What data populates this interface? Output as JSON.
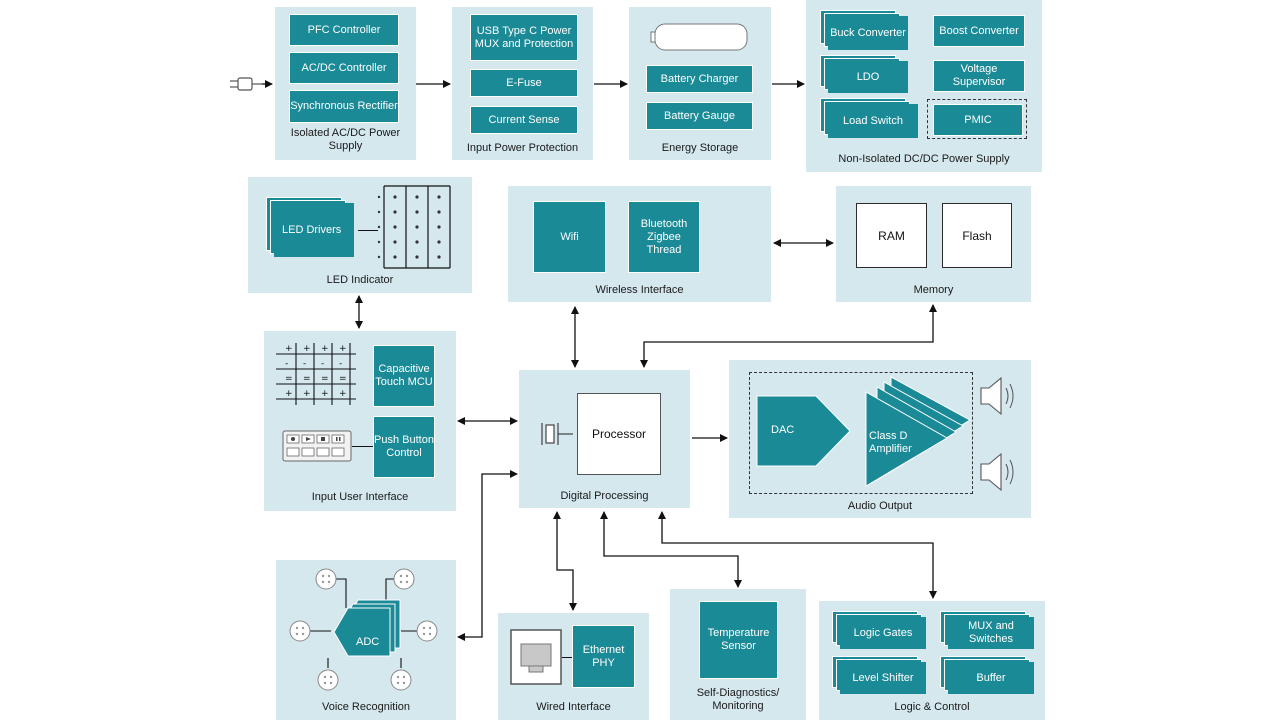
{
  "power": {
    "isolated": {
      "caption": "Isolated AC/DC Power Supply",
      "pfc": "PFC Controller",
      "acdc": "AC/DC Controller",
      "sync": "Synchronous Rectifier"
    },
    "input": {
      "caption": "Input Power Protection",
      "usb": "USB Type C Power MUX and Protection",
      "efuse": "E-Fuse",
      "current": "Current Sense"
    },
    "energy": {
      "caption": "Energy Storage",
      "charger": "Battery Charger",
      "gauge": "Battery Gauge"
    },
    "nonisolated": {
      "caption": "Non-Isolated DC/DC Power Supply",
      "buck": "Buck Converter",
      "boost": "Boost Converter",
      "ldo": "LDO",
      "supervisor": "Voltage Supervisor",
      "loadswitch": "Load Switch",
      "pmic": "PMIC"
    }
  },
  "led": {
    "caption": "LED Indicator",
    "drivers": "LED Drivers"
  },
  "wireless": {
    "caption": "Wireless Interface",
    "wifi": "Wifi",
    "bt": "Bluetooth Zigbee Thread"
  },
  "memory": {
    "caption": "Memory",
    "ram": "RAM",
    "flash": "Flash"
  },
  "input_ui": {
    "caption": "Input User Interface",
    "cap_touch": "Capacitive Touch MCU",
    "push": "Push Button Control"
  },
  "digital": {
    "caption": "Digital Processing",
    "processor": "Processor"
  },
  "audio": {
    "caption": "Audio Output",
    "dac": "DAC",
    "amp": "Class D Amplifier"
  },
  "voice": {
    "caption": "Voice Recognition",
    "adc": "ADC"
  },
  "wired": {
    "caption": "Wired Interface",
    "phy": "Ethernet PHY"
  },
  "diag": {
    "caption": "Self-Diagnostics/ Monitoring",
    "temp": "Temperature Sensor"
  },
  "logic": {
    "caption": "Logic & Control",
    "gates": "Logic Gates",
    "mux": "MUX and Switches",
    "level": "Level Shifter",
    "buffer": "Buffer"
  },
  "colors": {
    "teal": "#1b8a97",
    "panel": "#d5e8ee"
  }
}
